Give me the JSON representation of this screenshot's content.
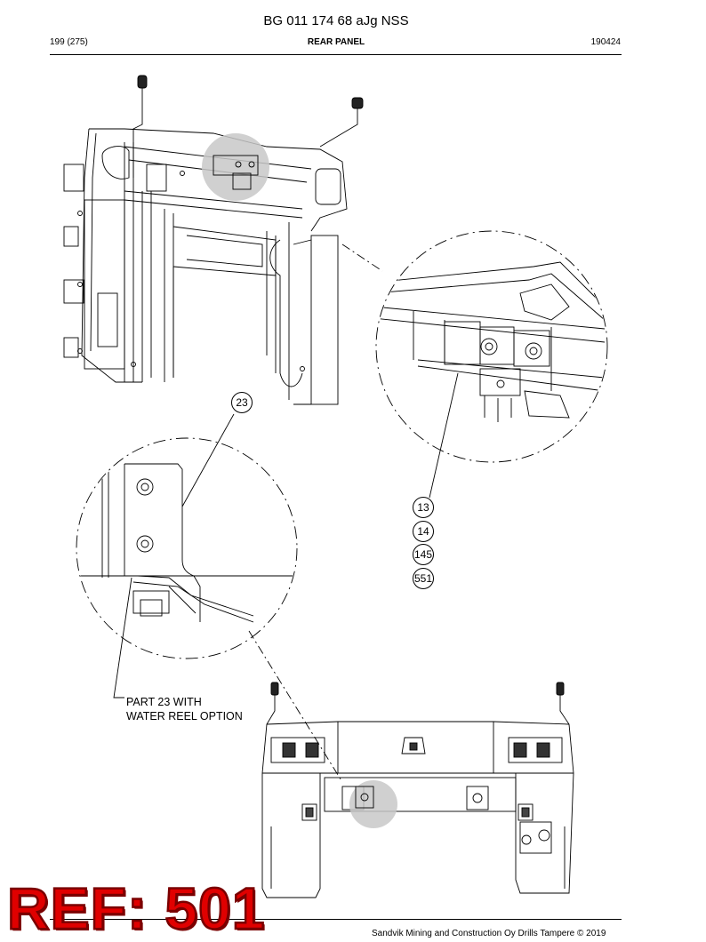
{
  "header": {
    "document_id": "BG 011 174 68 aJg NSS",
    "page": "199 (275)",
    "section": "REAR PANEL",
    "date_code": "190424"
  },
  "callouts": {
    "c23": "23",
    "c13": "13",
    "c14": "14",
    "c145": "145",
    "c551": "551"
  },
  "notes": {
    "part23_line1": "PART 23 WITH",
    "part23_line2": "WATER REEL OPTION"
  },
  "stamp": {
    "ref_label": "REF: 501",
    "color": "#e00000"
  },
  "footer": {
    "copyright": "Sandvik Mining and Construction Oy Drills Tampere © 2019"
  }
}
